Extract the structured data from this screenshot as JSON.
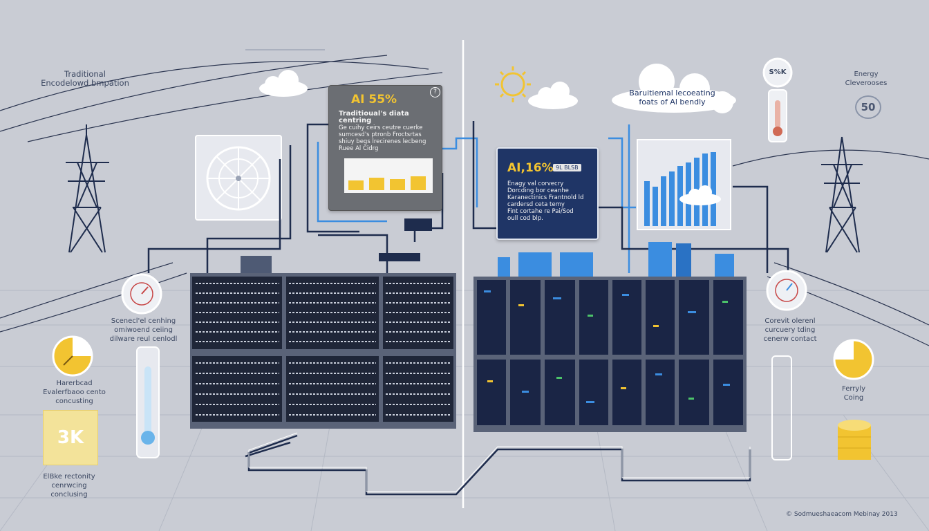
{
  "left": {
    "title_lines": [
      "Traditional",
      "Encodelowd bmpation"
    ],
    "panel": {
      "title": "AI 55%",
      "text_lines": [
        "Traditioual's diata centring",
        "Ge cuihy ceirs ceutre cuerke",
        "sumcesd's ptronb Froctsrtas",
        "shiuy begs lrecirenes lecbeng",
        "Ruee Al Cidrg"
      ],
      "help_icon": "question-icon"
    },
    "label_gauge": [
      "Scenecl'el cenhing",
      "omiwoend ceiing",
      "dilware reul cenlodl"
    ],
    "label_pie": [
      "Harerbcad",
      "Evalerfbaoo cento",
      "concusting"
    ],
    "big_value": "3K",
    "label_bottom": [
      "ElBke rectonity",
      "cenrwcing",
      "conclusing"
    ]
  },
  "right": {
    "cloud_text": [
      "Baruitiemal lecoeating",
      "foats of Al bendly"
    ],
    "panel": {
      "title": "AI,16%",
      "badge": "9L BLSB",
      "text_lines": [
        "Enagy val corvecry",
        "Dorcding bor ceanhe",
        "Karanectinics Frantnold ld",
        "cardersd ceta temy",
        "Fint cortahe re Pai/Sod",
        "oull cod blp."
      ]
    },
    "sun_gauge": "S%K",
    "energy_label": [
      "Energy",
      "Cleverooses"
    ],
    "energy_value": "50",
    "label_gauge": [
      "Corevit olerenl",
      "curcuery tding",
      "cenerw contact"
    ],
    "label_pie": [
      "Ferryly",
      "Coing"
    ]
  },
  "copyright": "© Sodmueshaeacom Mebinay 2013",
  "colors": {
    "background": "#c9ccd4",
    "navy": "#1f3566",
    "wire": "#1e2c4d",
    "blue": "#3b8de0",
    "yellow": "#f2c431",
    "gray_panel": "#6b6e73"
  }
}
